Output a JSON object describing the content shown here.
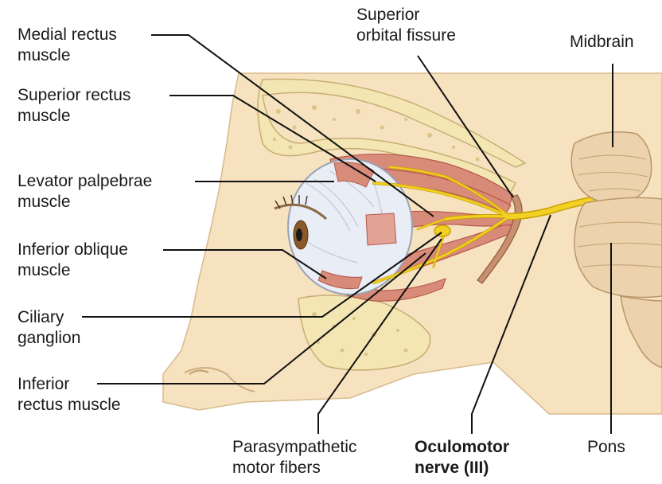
{
  "labels": {
    "medial_rectus": "Medial rectus\nmuscle",
    "superior_rectus": "Superior rectus\nmuscle",
    "levator_palpebrae": "Levator palpebrae\nmuscle",
    "inferior_oblique": "Inferior oblique\nmuscle",
    "ciliary_ganglion": "Ciliary\nganglion",
    "inferior_rectus": "Inferior\nrectus muscle",
    "superior_orbital_fissure": "Superior\norbital fissure",
    "midbrain": "Midbrain",
    "parasympathetic": "Parasympathetic\nmotor fibers",
    "oculomotor": "Oculomotor\nnerve (III)",
    "pons": "Pons"
  },
  "colors": {
    "skin": "#f6e2bf",
    "skin_outline": "#d8b98d",
    "bone": "#f3e6b3",
    "bone_spots": "#d9c488",
    "muscle": "#d98b7a",
    "muscle_dark": "#b5584a",
    "nerve": "#f2d024",
    "nerve_outline": "#c9a000",
    "eyeball": "#e9edf5",
    "brain": "#ecd3ad",
    "leader": "#111111"
  }
}
